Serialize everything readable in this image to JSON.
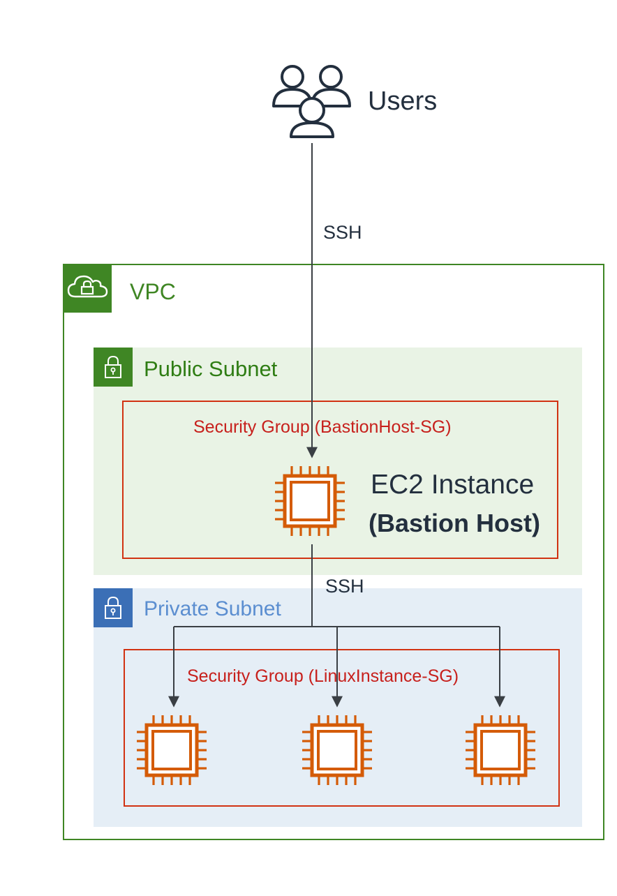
{
  "users": {
    "label": "Users",
    "icon": "users-icon"
  },
  "connections": {
    "ssh_top": "SSH",
    "ssh_mid": "SSH"
  },
  "vpc": {
    "label": "VPC",
    "icon": "cloud-lock-icon",
    "color": "#3f8624"
  },
  "public_subnet": {
    "label": "Public Subnet",
    "icon": "lock-icon",
    "color": "#3f8624",
    "security_group": {
      "label": "Security Group (BastionHost-SG)",
      "instance": {
        "title": "EC2 Instance",
        "subtitle": "(Bastion Host)",
        "icon": "ec2-chip-icon"
      }
    }
  },
  "private_subnet": {
    "label": "Private Subnet",
    "icon": "lock-icon",
    "color": "#3b6fb6",
    "security_group": {
      "label": "Security Group (LinuxInstance-SG)",
      "instances": [
        {
          "icon": "ec2-chip-icon"
        },
        {
          "icon": "ec2-chip-icon"
        },
        {
          "icon": "ec2-chip-icon"
        }
      ]
    }
  },
  "colors": {
    "ec2": "#d45b07",
    "security_group": "#d13212",
    "line": "#3a3f44"
  }
}
